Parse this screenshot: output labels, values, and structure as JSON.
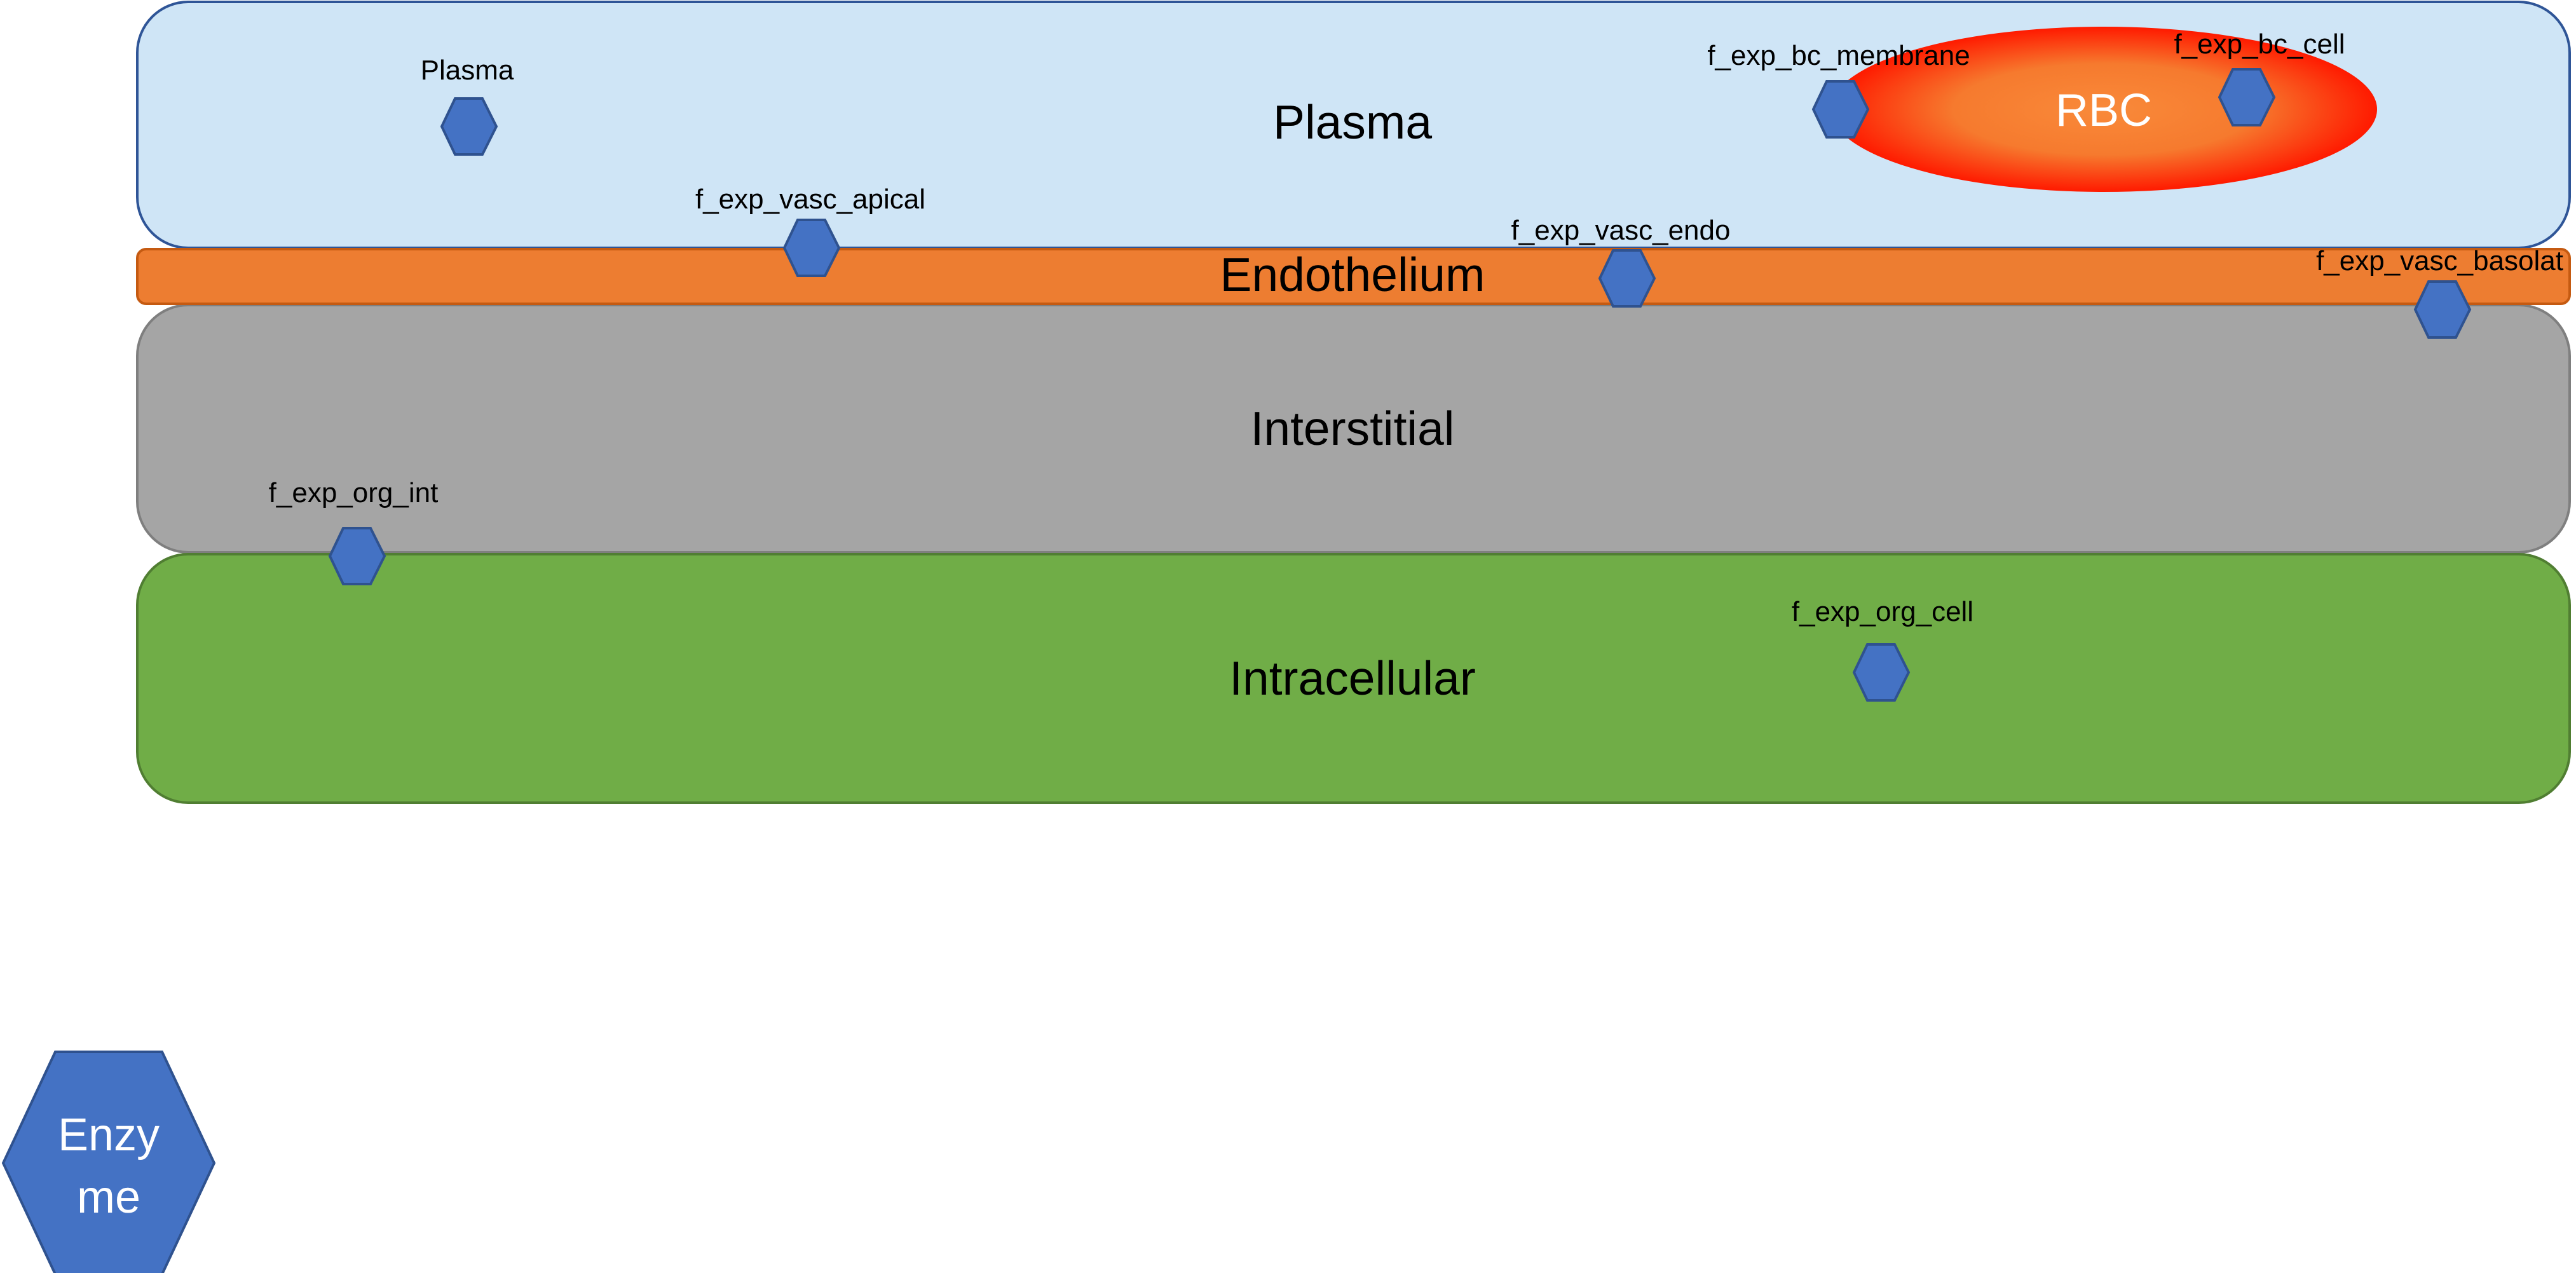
{
  "compartments": {
    "plasma": "Plasma",
    "endothelium": "Endothelium",
    "interstitial": "Interstitial",
    "intracellular": "Intracellular",
    "rbc": "RBC"
  },
  "markers": {
    "plasma": "Plasma",
    "bc_membrane": "f_exp_bc_membrane",
    "bc_cell": "f_exp_bc_cell",
    "vasc_apical": "f_exp_vasc_apical",
    "vasc_endo": "f_exp_vasc_endo",
    "vasc_basolat": "f_exp_vasc_basolat",
    "org_int": "f_exp_org_int",
    "org_cell": "f_exp_org_cell"
  },
  "legend": {
    "line1": "Enzy",
    "line2": "me"
  },
  "colors": {
    "plasma_fill": "#CFE5F6",
    "plasma_stroke": "#2F5597",
    "endothelium_fill": "#ED7D31",
    "endothelium_stroke": "#C55A11",
    "interstitial_fill": "#A5A5A5",
    "interstitial_stroke": "#7F7F7F",
    "intracellular_fill": "#70AD47",
    "intracellular_stroke": "#507E32",
    "hexagon_fill": "#4472C4",
    "hexagon_stroke": "#2F528F",
    "rbc_edge": "#FF1A00",
    "rbc_center": "#F98A3A"
  },
  "icons": {
    "enzyme": "hexagon-icon",
    "rbc": "ellipse-shape"
  }
}
